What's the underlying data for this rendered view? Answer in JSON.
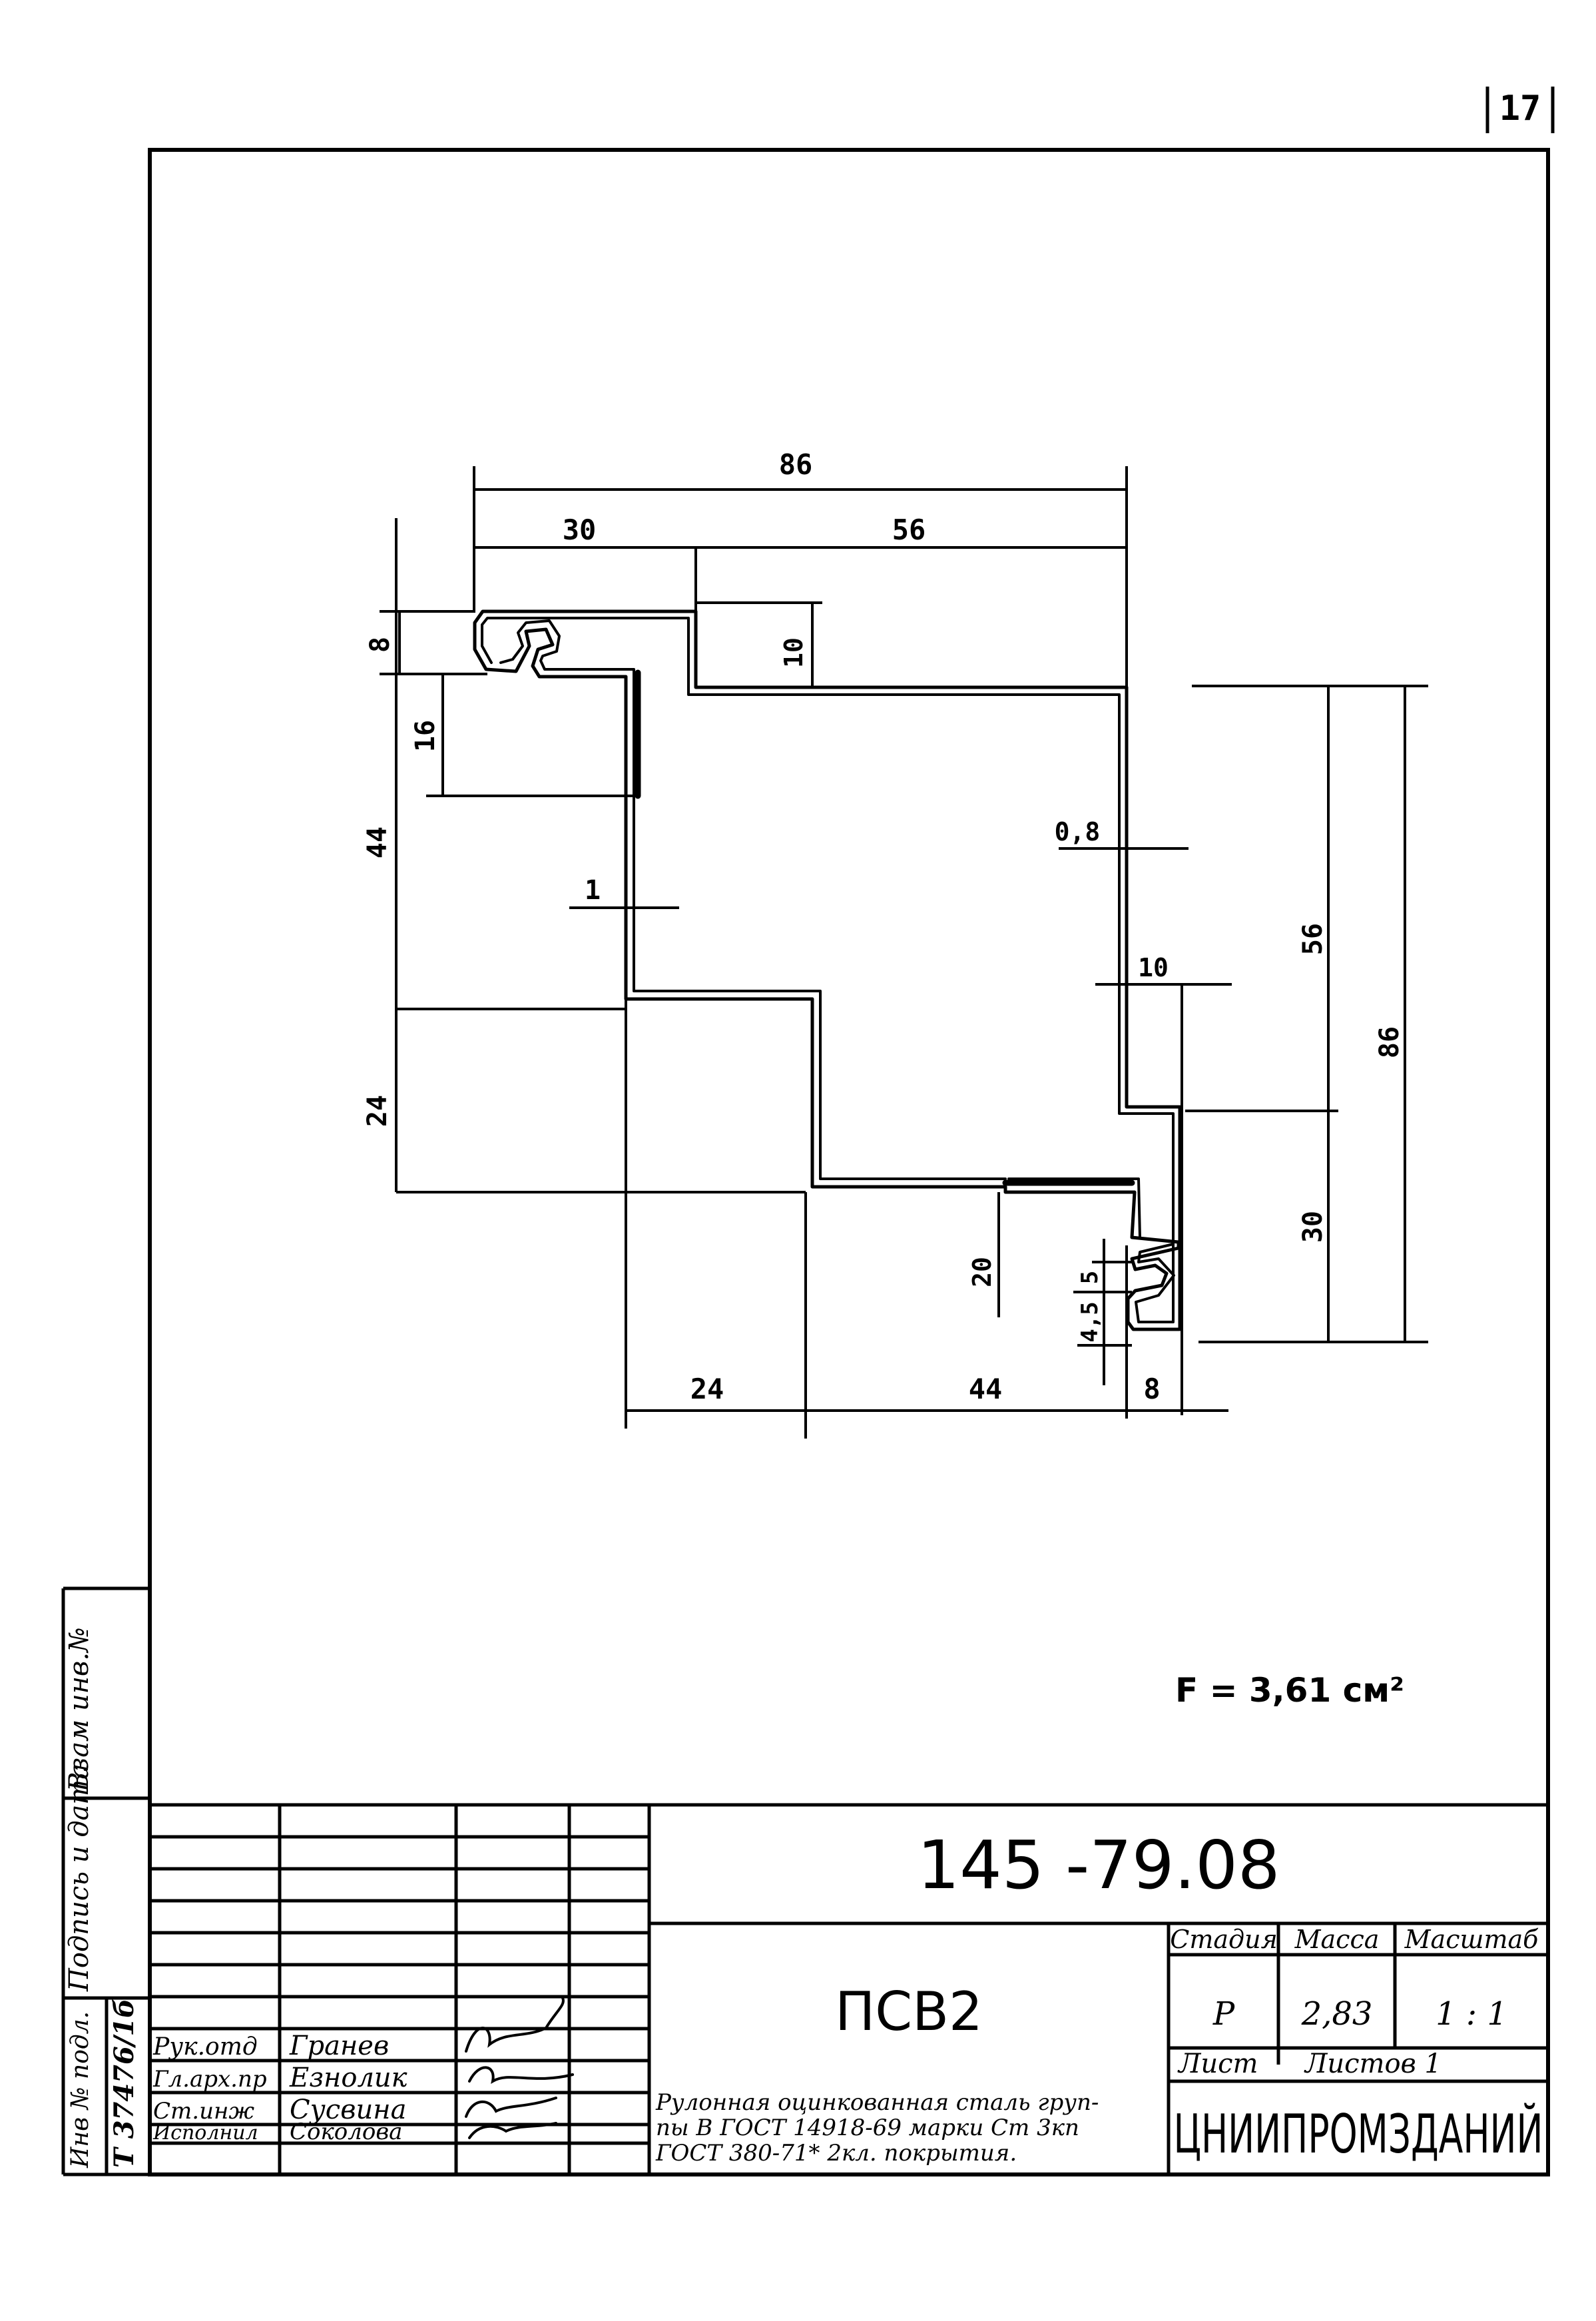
{
  "sheet": {
    "page_number": "17",
    "area_label": "F = 3,61 см²"
  },
  "profile": {
    "dimensions": {
      "top_total": "86",
      "top_left": "30",
      "top_right": "56",
      "left_8": "8",
      "left_16": "16",
      "left_44": "44",
      "left_24": "24",
      "thickness_1": "1",
      "step_10_top": "10",
      "thickness_0_8": "0,8",
      "step_10_right": "10",
      "right_56": "56",
      "right_86": "86",
      "right_30": "30",
      "inner_20": "20",
      "inner_5": "5",
      "inner_4_5": "4,5",
      "bottom_24": "24",
      "bottom_44": "44",
      "bottom_8": "8"
    }
  },
  "side_stamp": {
    "vzam": "Взам инв.№",
    "podpis": "Подпись и дата",
    "inv": "Инв № подл.",
    "inv_number": "Т 37476/1б"
  },
  "title_block": {
    "doc_number": "145 -79.08",
    "name": "ПСВ2",
    "stage_header": "Стадия",
    "mass_header": "Масса",
    "scale_header": "Масштаб",
    "stage": "Р",
    "mass": "2,83",
    "scale": "1 : 1",
    "sheet_label": "Лист",
    "sheets_label": "Листов 1",
    "material_line1": "Рулонная оцинкованная сталь груп-",
    "material_line2": "пы В ГОСТ 14918-69 марки Ст 3кп",
    "material_line3": "ГОСТ 380-71* 2кл. покрытия.",
    "organization": "ЦНИИПРОМЗДАНИЙ",
    "signatures": [
      {
        "role": "Рук.отд",
        "name": "Гранев"
      },
      {
        "role": "Гл.арх.пр",
        "name": "Езнолик"
      },
      {
        "role": "Ст.инж",
        "name": "Сусвина"
      },
      {
        "role": "Исполнил",
        "name": "Соколова"
      }
    ]
  }
}
